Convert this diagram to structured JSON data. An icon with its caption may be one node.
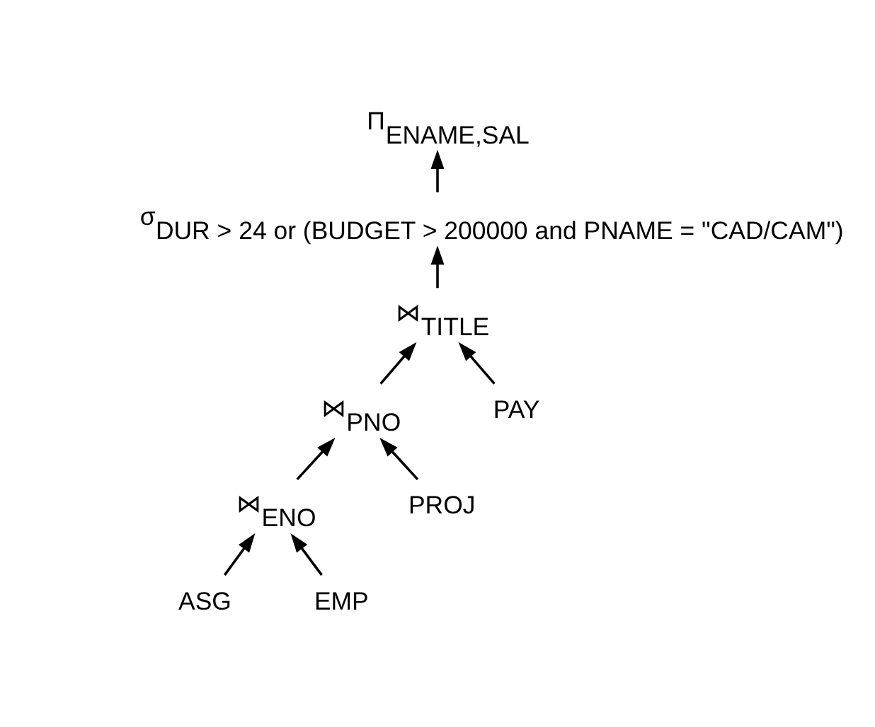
{
  "diagram": {
    "nodes": [
      {
        "text": [
          "Π$_{ENAME,SAL}$"
        ]
      },
      {
        "text": [
          "σ$_{DUR > 24 or (BUDGET > 200000 and PNAME = \"CAD/CAM\")}$"
        ]
      },
      {
        "text": [
          "⋈$_{TITLE}$"
        ]
      },
      {
        "text": [
          "⋈$_{PNO}$"
        ]
      },
      {
        "text": [
          "PAY"
        ]
      },
      {
        "text": [
          "⋈$_{ENO}$"
        ]
      },
      {
        "text": [
          "PROJ"
        ]
      },
      {
        "text": [
          "ASG"
        ]
      },
      {
        "text": [
          "EMP"
        ]
      }
    ],
    "edges": [
      {
        "from": 1,
        "to": 0,
        "arrow": "to"
      },
      {
        "from": 2,
        "to": 1,
        "arrow": "to"
      },
      {
        "from": 3,
        "to": 2,
        "arrow": "to"
      },
      {
        "from": 4,
        "to": 2,
        "arrow": "to"
      },
      {
        "from": 5,
        "to": 3,
        "arrow": "to"
      },
      {
        "from": 6,
        "to": 3,
        "arrow": "to"
      },
      {
        "from": 7,
        "to": 5,
        "arrow": "to"
      },
      {
        "from": 8,
        "to": 5,
        "arrow": "to"
      }
    ]
  }
}
